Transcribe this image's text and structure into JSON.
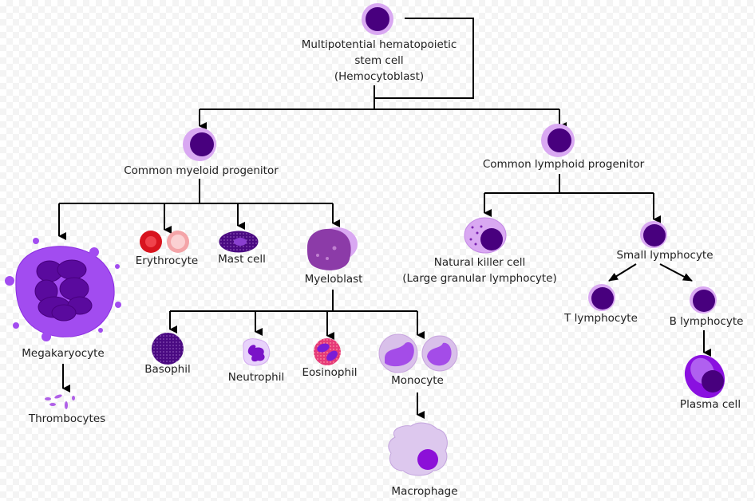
{
  "diagram": {
    "colors": {
      "line": "#000000",
      "nucleus": "#48007e",
      "cytoplasm": "#d9a8f2",
      "megakaryocyte": "#a24cf0",
      "erythrocyte": "#d8141e",
      "text": "#222222"
    },
    "nodes": {
      "stem": {
        "line1": "Multipotential hematopoietic",
        "line2": "stem cell",
        "line3": "(Hemocytoblast)"
      },
      "myeloid": "Common myeloid progenitor",
      "lymphoid": "Common lymphoid progenitor",
      "megakaryocyte": "Megakaryocyte",
      "thrombocytes": "Thrombocytes",
      "erythrocyte": "Erythrocyte",
      "mast": "Mast cell",
      "myeloblast": "Myeloblast",
      "basophil": "Basophil",
      "neutrophil": "Neutrophil",
      "eosinophil": "Eosinophil",
      "monocyte": "Monocyte",
      "macrophage": "Macrophage",
      "nk": {
        "line1": "Natural killer cell",
        "line2": "(Large granular lymphocyte)"
      },
      "small_lymph": "Small lymphocyte",
      "t_lymph": "T lymphocyte",
      "b_lymph": "B lymphocyte",
      "plasma": "Plasma cell"
    }
  }
}
